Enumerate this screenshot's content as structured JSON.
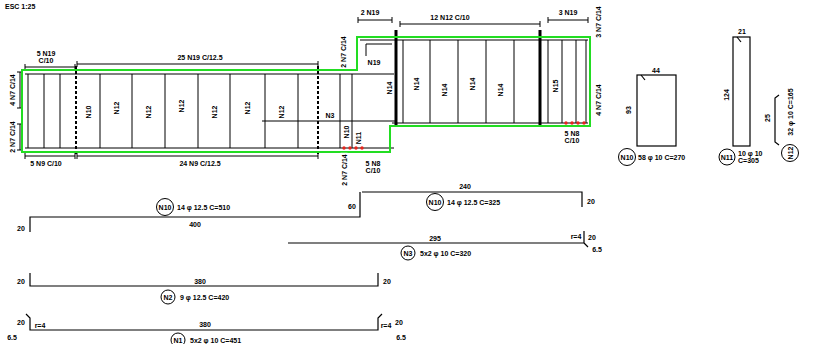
{
  "diagram": {
    "nodes": [
      {
        "text": [
          "N10"
        ]
      },
      {
        "text": [
          "N11"
        ]
      },
      {
        "text": [
          "N12"
        ]
      },
      {
        "text": [
          "N10"
        ]
      },
      {
        "text": [
          "N10"
        ]
      },
      {
        "text": [
          "N3"
        ]
      },
      {
        "text": [
          "N2"
        ]
      },
      {
        "text": [
          "N1"
        ]
      }
    ],
    "labels": [
      "ESC 1:25",
      "5 N19 C/10",
      "25 N19 C/12.5",
      "4 N7 C/14",
      "2 N7 C/14",
      "5 N9 C/10",
      "24 N9 C/12.5",
      "2 N7 C/14",
      "2 N19",
      "N19",
      "12 N12 C/10",
      "3 N19",
      "3 N7 C/14",
      "4 N7 C/14",
      "5 N8 C/10",
      "2 N7 C/14",
      "5 N8 C/10",
      "N3",
      "N10",
      "N11",
      "N10",
      "N12",
      "N12",
      "N12",
      "N12",
      "N12",
      "N12",
      "N14",
      "N14",
      "N14",
      "N14",
      "N14",
      "N15",
      "44",
      "93",
      "58 φ 10 C=270",
      "21",
      "124",
      "10 φ 10 C=305",
      "25",
      "32 φ 10 C=165",
      "14 φ 12.5 C=510",
      "400",
      "20",
      "60",
      "240",
      "14 φ 12.5 C=325",
      "20",
      "295",
      "5x2 φ 10 C=320",
      "r=4",
      "20",
      "6.5",
      "20",
      "380",
      "20",
      "9 φ 12.5 C=420",
      "6.5",
      "r=4",
      "20",
      "380",
      "r=4",
      "20",
      "6.5",
      "5x2 φ 10 C=451"
    ]
  }
}
